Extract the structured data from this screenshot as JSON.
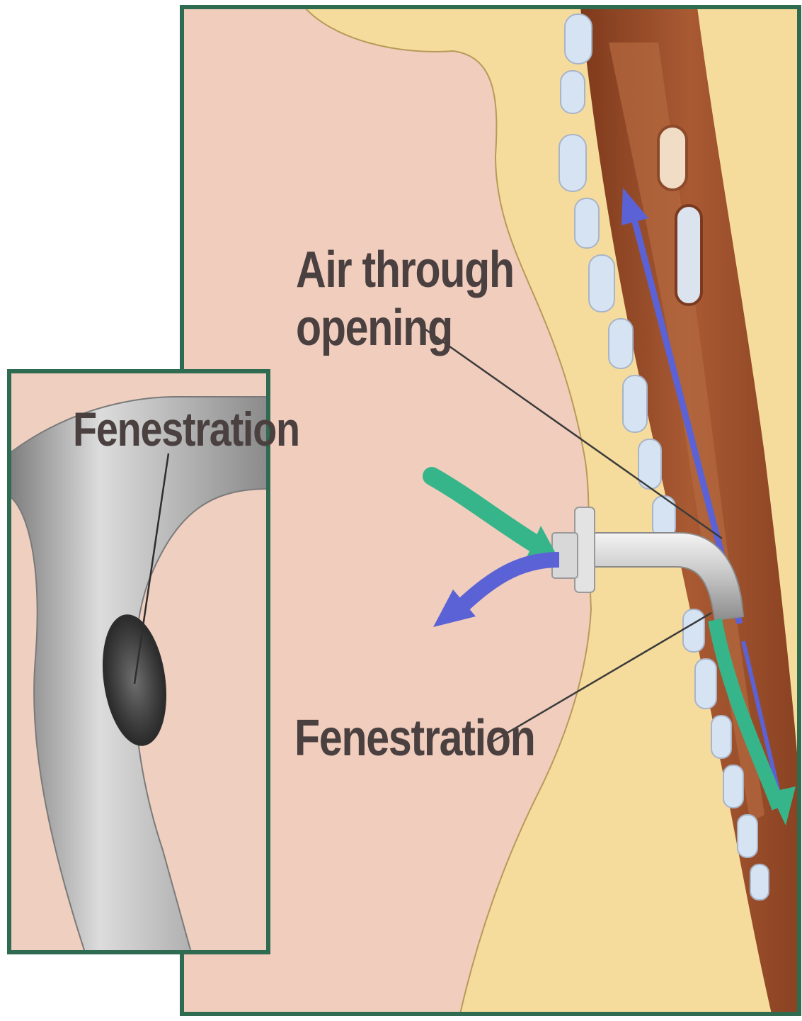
{
  "labels": {
    "air_through_line1": "Air through",
    "air_through_line2": "opening",
    "fenestration_main": "Fenestration",
    "fenestration_inset": "Fenestration"
  },
  "colors": {
    "frame_green": "#2f6b50",
    "skin_pink": "#f0cdbd",
    "tissue_yellow": "#f6dc9c",
    "trachea_brown": "#9b4a25",
    "tube_silver": "#c4c4c4",
    "inhale_arrow_green": "#37b58a",
    "exhale_arrow_blue": "#5b62d6"
  },
  "icons": {
    "inhale": "green-arrow-icon",
    "exhale": "blue-arrow-icon"
  }
}
